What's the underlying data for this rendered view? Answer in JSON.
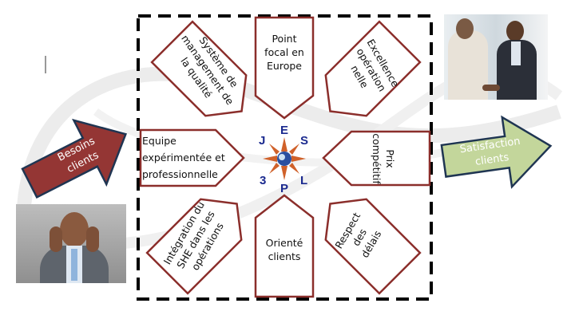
{
  "colors": {
    "box_border": "#8b2e2b",
    "arrow_red": "#943634",
    "arrow_green": "#c3d69b",
    "arrow_border": "#1f3552",
    "logo_blue": "#1b2a8f",
    "logo_orange": "#d0612a"
  },
  "input_arrow": {
    "label_line1": "Besoins",
    "label_line2": "clients"
  },
  "output_arrow": {
    "label_line1": "Satisfaction",
    "label_line2": "clients"
  },
  "logo": {
    "letters": [
      "J",
      "E",
      "S",
      "L",
      "P",
      "3"
    ]
  },
  "pillars": {
    "top": {
      "lines": [
        "Point",
        "focal en",
        "Europe"
      ]
    },
    "top_right": {
      "lines": [
        "Excellence",
        "opération",
        "nelle"
      ]
    },
    "right": {
      "lines": [
        "Prix",
        "compétitif"
      ]
    },
    "bottom_right": {
      "lines": [
        "Respect",
        "des",
        "délais"
      ]
    },
    "bottom": {
      "lines": [
        "Orienté",
        "clients"
      ]
    },
    "bottom_left": {
      "lines": [
        "Intégration du",
        "SHE dans les",
        "opérations"
      ]
    },
    "left": {
      "lines": [
        "Equipe",
        "expérimentée et",
        "professionnelle"
      ]
    },
    "top_left": {
      "lines": [
        "Système de",
        "management de",
        "la qualité"
      ]
    }
  }
}
